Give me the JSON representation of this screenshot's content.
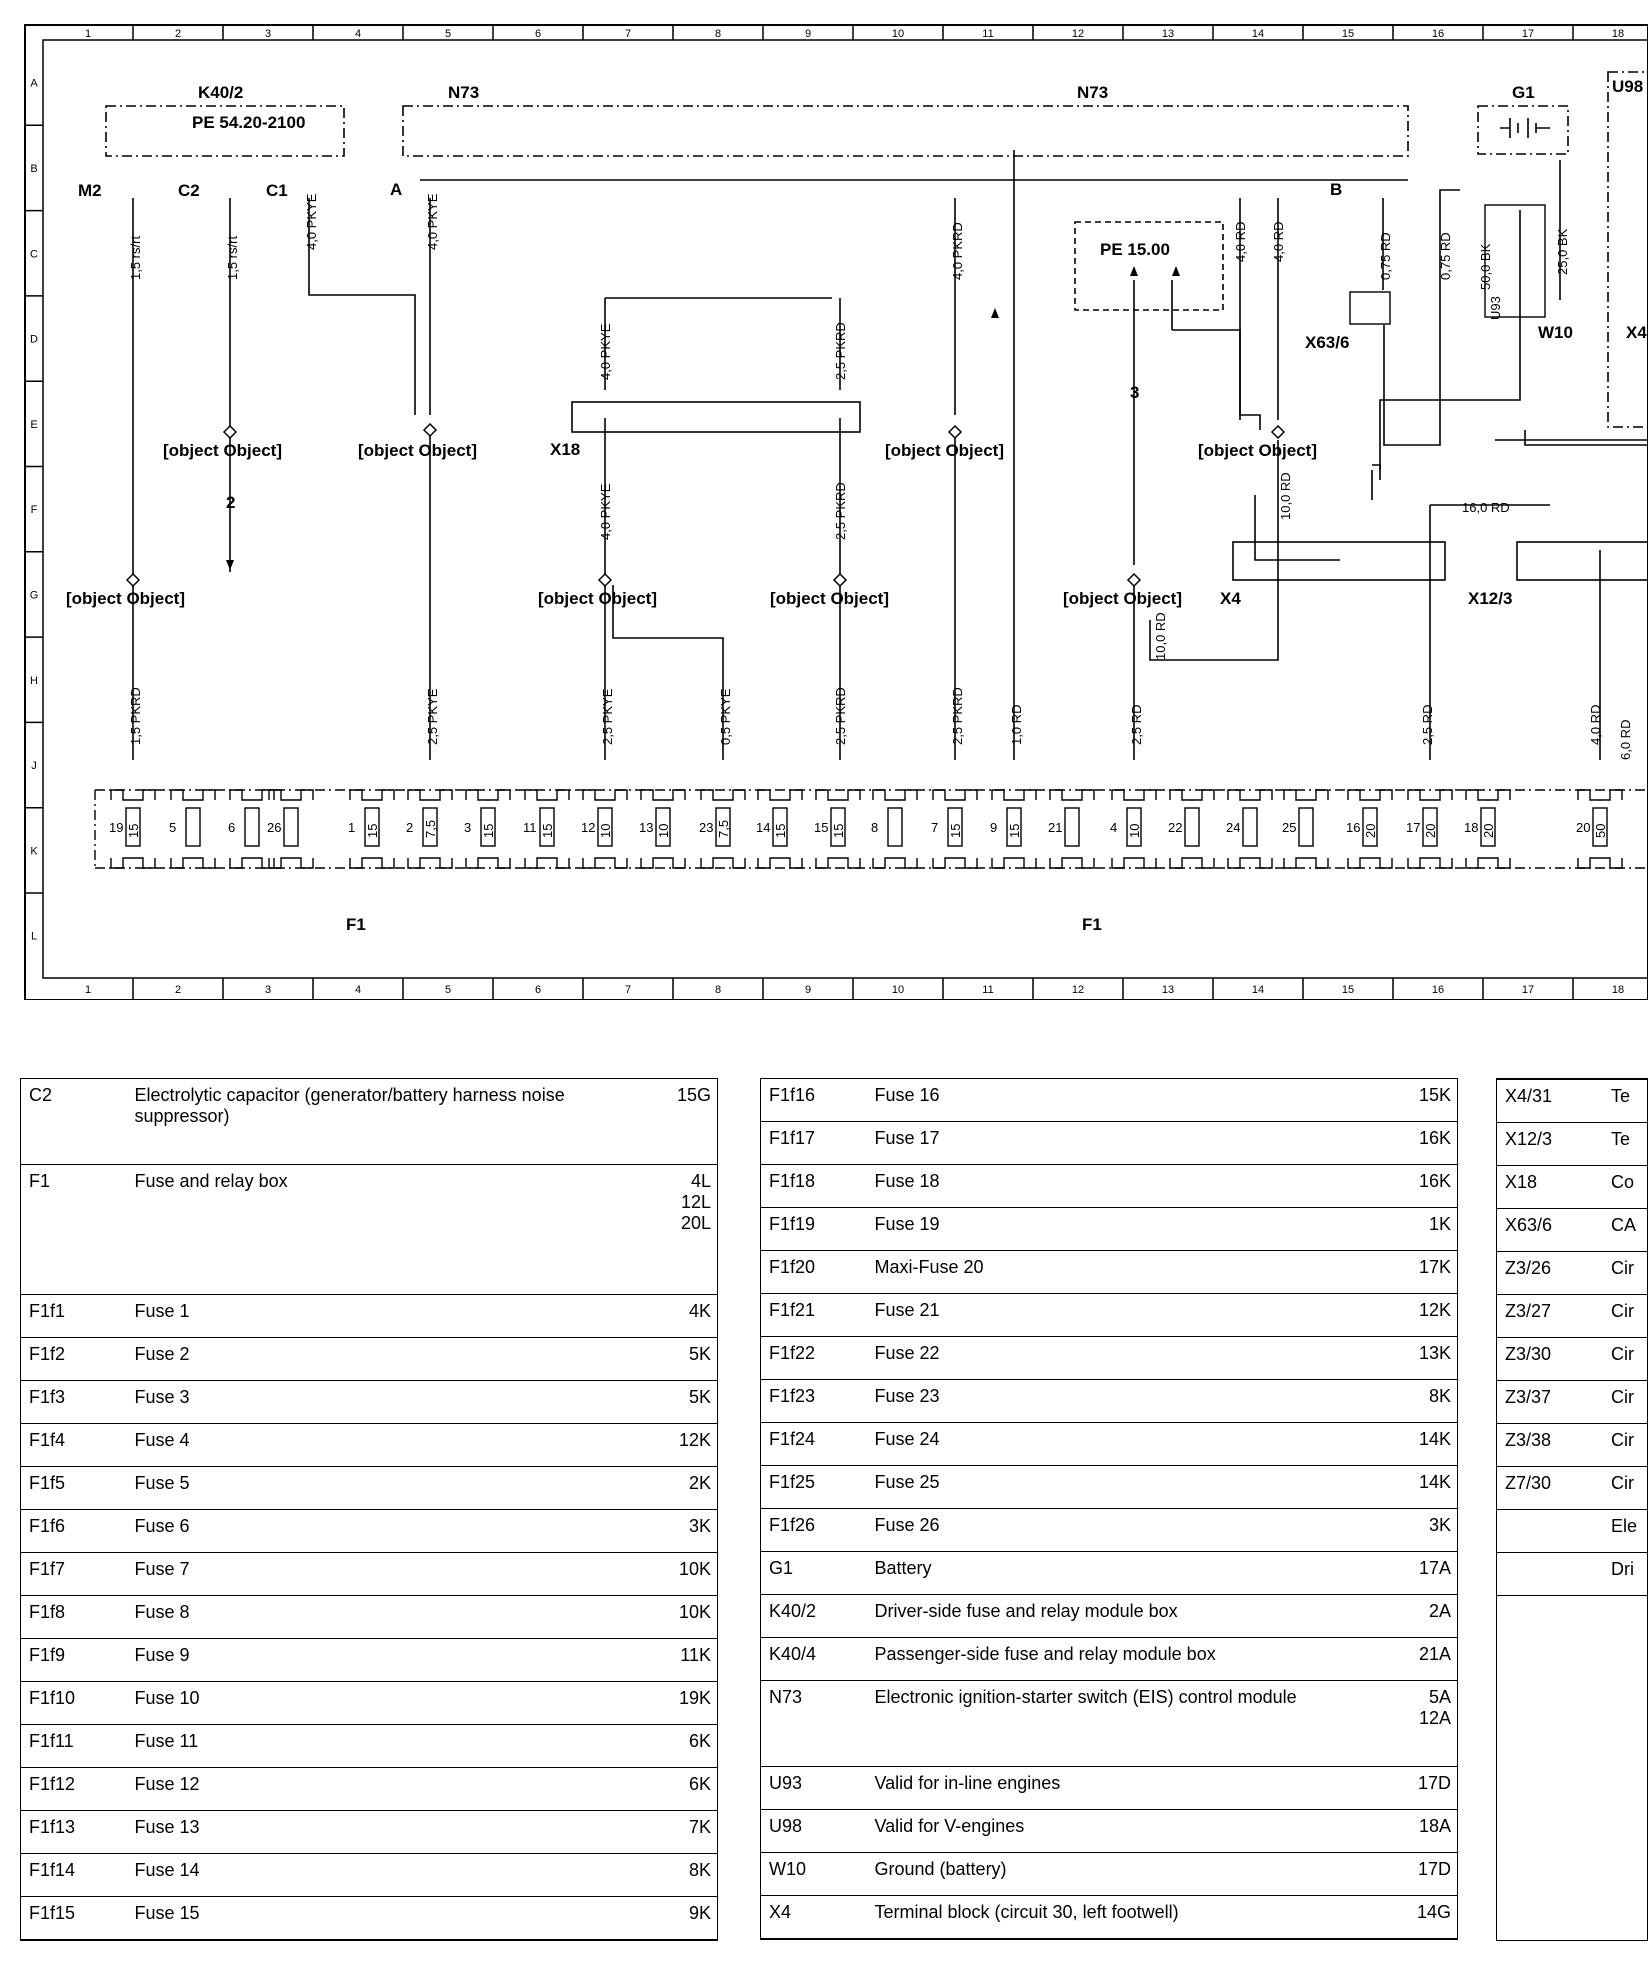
{
  "grid": {
    "columns": [
      "1",
      "2",
      "3",
      "4",
      "5",
      "6",
      "7",
      "8",
      "9",
      "10",
      "11",
      "12",
      "13",
      "14",
      "15",
      "16",
      "17",
      "18"
    ],
    "rows": [
      "A",
      "B",
      "C",
      "D",
      "E",
      "F",
      "G",
      "H",
      "J",
      "K",
      "L"
    ]
  },
  "components": {
    "K40_2": {
      "code": "K40/2",
      "ref": "PE 54.20-2100",
      "pins": [
        "M2",
        "C2",
        "C1"
      ]
    },
    "N73": {
      "code": "N73",
      "code2": "N73",
      "terminal_a": "A",
      "terminal_b": "B"
    },
    "G1": {
      "code": "G1"
    },
    "U98": {
      "code": "U98"
    },
    "W10": {
      "code": "W10"
    },
    "PE1500": {
      "ref": "PE 15.00"
    },
    "X63_6": {
      "code": "X63/6"
    },
    "X4": {
      "code": "X4"
    },
    "X4_cut": {
      "code": "X4"
    },
    "X12_3": {
      "code": "X12/3"
    },
    "X18": {
      "code": "X18"
    },
    "F1": {
      "code": "F1",
      "code2": "F1"
    },
    "splices": [
      {
        "code": "Z3/30"
      },
      {
        "code": "Z3/37"
      },
      {
        "code": "Z3/38"
      },
      {
        "code": "Z7/30"
      },
      {
        "code": "Z3/26"
      },
      {
        "code": "Z3/27"
      },
      {
        "code": "Z3/30"
      },
      {
        "code": "Z7/30"
      }
    ],
    "arrow_refs": [
      "2",
      "3"
    ]
  },
  "wires": [
    "1,5 rs/rt",
    "1,5 rs/rt",
    "4,0 PKYE",
    "4,0 PKYE",
    "4,0 PKRD",
    "4,0 RD",
    "4,0 RD",
    "0,75 RD",
    "0,75 RD",
    "50,0 BK",
    "25,0 BK",
    "4,0 PKYE",
    "2,5 PKRD",
    "4,0 PKYE",
    "2,5 PKRD",
    "10,0 RD",
    "16,0 RD",
    "10,0 RD",
    "1,5 PKRD",
    "2,5 PKYE",
    "2,5 PKYE",
    "0,5 PKYE",
    "2,5 PKRD",
    "2,5 PKRD",
    "1,0 RD",
    "2,5 RD",
    "2,5 RD",
    "4,0 RD",
    "6,0 RD",
    "U93"
  ],
  "fuses": [
    {
      "n": "19",
      "a": "15"
    },
    {
      "n": "5",
      "a": ""
    },
    {
      "n": "6",
      "a": ""
    },
    {
      "n": "26",
      "a": ""
    },
    {
      "n": "1",
      "a": "15"
    },
    {
      "n": "2",
      "a": "7,5"
    },
    {
      "n": "3",
      "a": "15"
    },
    {
      "n": "11",
      "a": "15"
    },
    {
      "n": "12",
      "a": "10"
    },
    {
      "n": "13",
      "a": "10"
    },
    {
      "n": "23",
      "a": "7,5"
    },
    {
      "n": "14",
      "a": "15"
    },
    {
      "n": "15",
      "a": "15"
    },
    {
      "n": "8",
      "a": ""
    },
    {
      "n": "7",
      "a": "15"
    },
    {
      "n": "9",
      "a": "15"
    },
    {
      "n": "21",
      "a": ""
    },
    {
      "n": "4",
      "a": "10"
    },
    {
      "n": "22",
      "a": ""
    },
    {
      "n": "24",
      "a": ""
    },
    {
      "n": "25",
      "a": ""
    },
    {
      "n": "16",
      "a": "20"
    },
    {
      "n": "17",
      "a": "20"
    },
    {
      "n": "18",
      "a": "20"
    },
    {
      "n": "20",
      "a": "50"
    }
  ],
  "table_left": [
    {
      "code": "C2",
      "desc": "Electrolytic capacitor (generator/battery harness noise suppressor)",
      "loc": "15G"
    },
    {
      "code": "F1",
      "desc": "Fuse and relay box",
      "loc": "4L\n12L\n20L"
    },
    {
      "code": "F1f1",
      "desc": "Fuse 1",
      "loc": "4K"
    },
    {
      "code": "F1f2",
      "desc": "Fuse 2",
      "loc": "5K"
    },
    {
      "code": "F1f3",
      "desc": "Fuse 3",
      "loc": "5K"
    },
    {
      "code": "F1f4",
      "desc": "Fuse 4",
      "loc": "12K"
    },
    {
      "code": "F1f5",
      "desc": "Fuse 5",
      "loc": "2K"
    },
    {
      "code": "F1f6",
      "desc": "Fuse 6",
      "loc": "3K"
    },
    {
      "code": "F1f7",
      "desc": "Fuse 7",
      "loc": "10K"
    },
    {
      "code": "F1f8",
      "desc": "Fuse 8",
      "loc": "10K"
    },
    {
      "code": "F1f9",
      "desc": "Fuse 9",
      "loc": "11K"
    },
    {
      "code": "F1f10",
      "desc": "Fuse 10",
      "loc": "19K"
    },
    {
      "code": "F1f11",
      "desc": "Fuse 11",
      "loc": "6K"
    },
    {
      "code": "F1f12",
      "desc": "Fuse 12",
      "loc": "6K"
    },
    {
      "code": "F1f13",
      "desc": "Fuse 13",
      "loc": "7K"
    },
    {
      "code": "F1f14",
      "desc": "Fuse 14",
      "loc": "8K"
    },
    {
      "code": "F1f15",
      "desc": "Fuse 15",
      "loc": "9K"
    }
  ],
  "table_middle": [
    {
      "code": "F1f16",
      "desc": "Fuse 16",
      "loc": "15K"
    },
    {
      "code": "F1f17",
      "desc": "Fuse 17",
      "loc": "16K"
    },
    {
      "code": "F1f18",
      "desc": "Fuse 18",
      "loc": "16K"
    },
    {
      "code": "F1f19",
      "desc": "Fuse 19",
      "loc": "1K"
    },
    {
      "code": "F1f20",
      "desc": "Maxi-Fuse 20",
      "loc": "17K"
    },
    {
      "code": "F1f21",
      "desc": "Fuse 21",
      "loc": "12K"
    },
    {
      "code": "F1f22",
      "desc": "Fuse 22",
      "loc": "13K"
    },
    {
      "code": "F1f23",
      "desc": "Fuse 23",
      "loc": "8K"
    },
    {
      "code": "F1f24",
      "desc": "Fuse 24",
      "loc": "14K"
    },
    {
      "code": "F1f25",
      "desc": "Fuse 25",
      "loc": "14K"
    },
    {
      "code": "F1f26",
      "desc": "Fuse 26",
      "loc": "3K"
    },
    {
      "code": "G1",
      "desc": "Battery",
      "loc": "17A"
    },
    {
      "code": "K40/2",
      "desc": "Driver-side fuse and relay module box",
      "loc": "2A"
    },
    {
      "code": "K40/4",
      "desc": "Passenger-side fuse and relay module box",
      "loc": "21A"
    },
    {
      "code": "N73",
      "desc": "Electronic ignition-starter switch (EIS) control module",
      "loc": "5A\n12A"
    },
    {
      "code": "U93",
      "desc": "Valid for in-line engines",
      "loc": "17D"
    },
    {
      "code": "U98",
      "desc": "Valid for V-engines",
      "loc": "18A"
    },
    {
      "code": "W10",
      "desc": "Ground (battery)",
      "loc": "17D"
    },
    {
      "code": "X4",
      "desc": "Terminal block (circuit 30, left footwell)",
      "loc": "14G"
    }
  ],
  "table_right": [
    {
      "code": "X4/31",
      "desc": "Te"
    },
    {
      "code": "X12/3",
      "desc": "Te"
    },
    {
      "code": "X18",
      "desc": "Co"
    },
    {
      "code": "X63/6",
      "desc": "CA"
    },
    {
      "code": "Z3/26",
      "desc": "Cir"
    },
    {
      "code": "Z3/27",
      "desc": "Cir"
    },
    {
      "code": "Z3/30",
      "desc": "Cir"
    },
    {
      "code": "Z3/37",
      "desc": "Cir"
    },
    {
      "code": "Z3/38",
      "desc": "Cir"
    },
    {
      "code": "Z7/30",
      "desc": "Cir"
    },
    {
      "code": "",
      "desc": "Ele"
    },
    {
      "code": "",
      "desc": "Dri"
    }
  ]
}
